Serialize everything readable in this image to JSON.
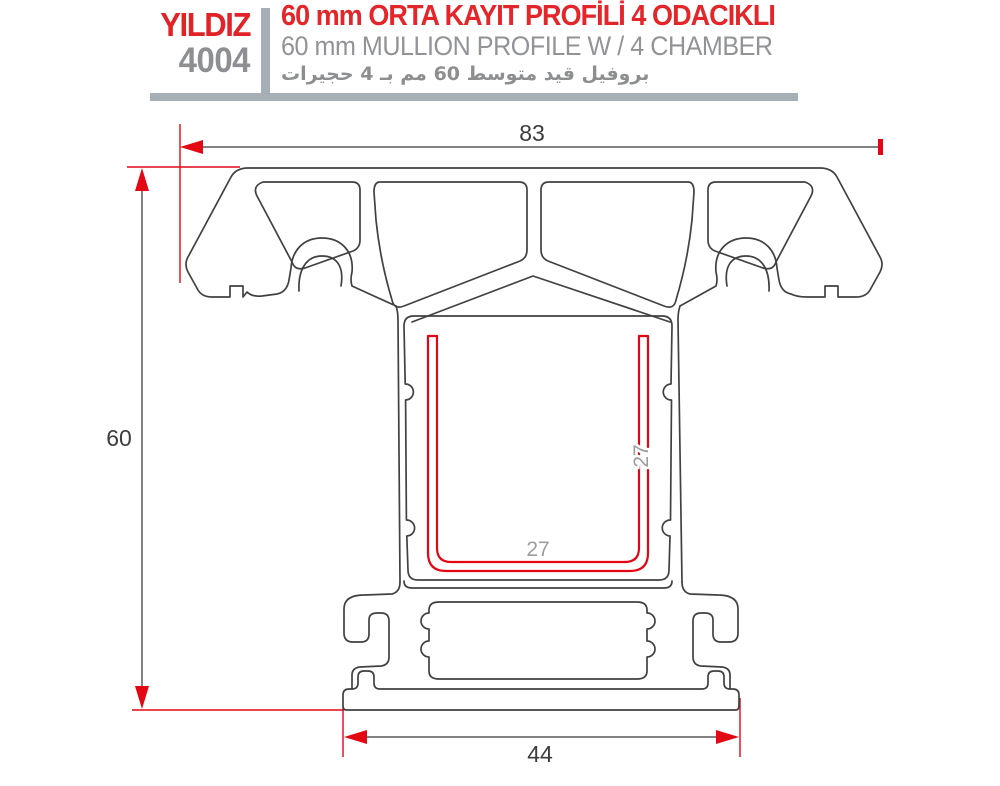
{
  "header": {
    "brand": "YILDIZ",
    "model": "4004",
    "title_tr": "60 mm ORTA KAYIT PROFİLİ 4 ODACIKLI",
    "title_en": "60 mm MULLION PROFILE W / 4 CHAMBER",
    "title_ar": "بروفيل قيد متوسط 60 مم بـ 4 حجيرات"
  },
  "drawing": {
    "type": "pvc-profile-cross-section",
    "dimensions": {
      "overall_width": "83",
      "overall_height": "60",
      "base_width": "44",
      "steel_channel_height": "27",
      "steel_channel_width": "27"
    }
  },
  "colors": {
    "accent_red": "#e42529",
    "line_red": "#e30613",
    "outline_dark": "#414043",
    "gray_text": "#919396",
    "bar_gray": "#a7afb6",
    "label_gray": "#9c9da0"
  }
}
